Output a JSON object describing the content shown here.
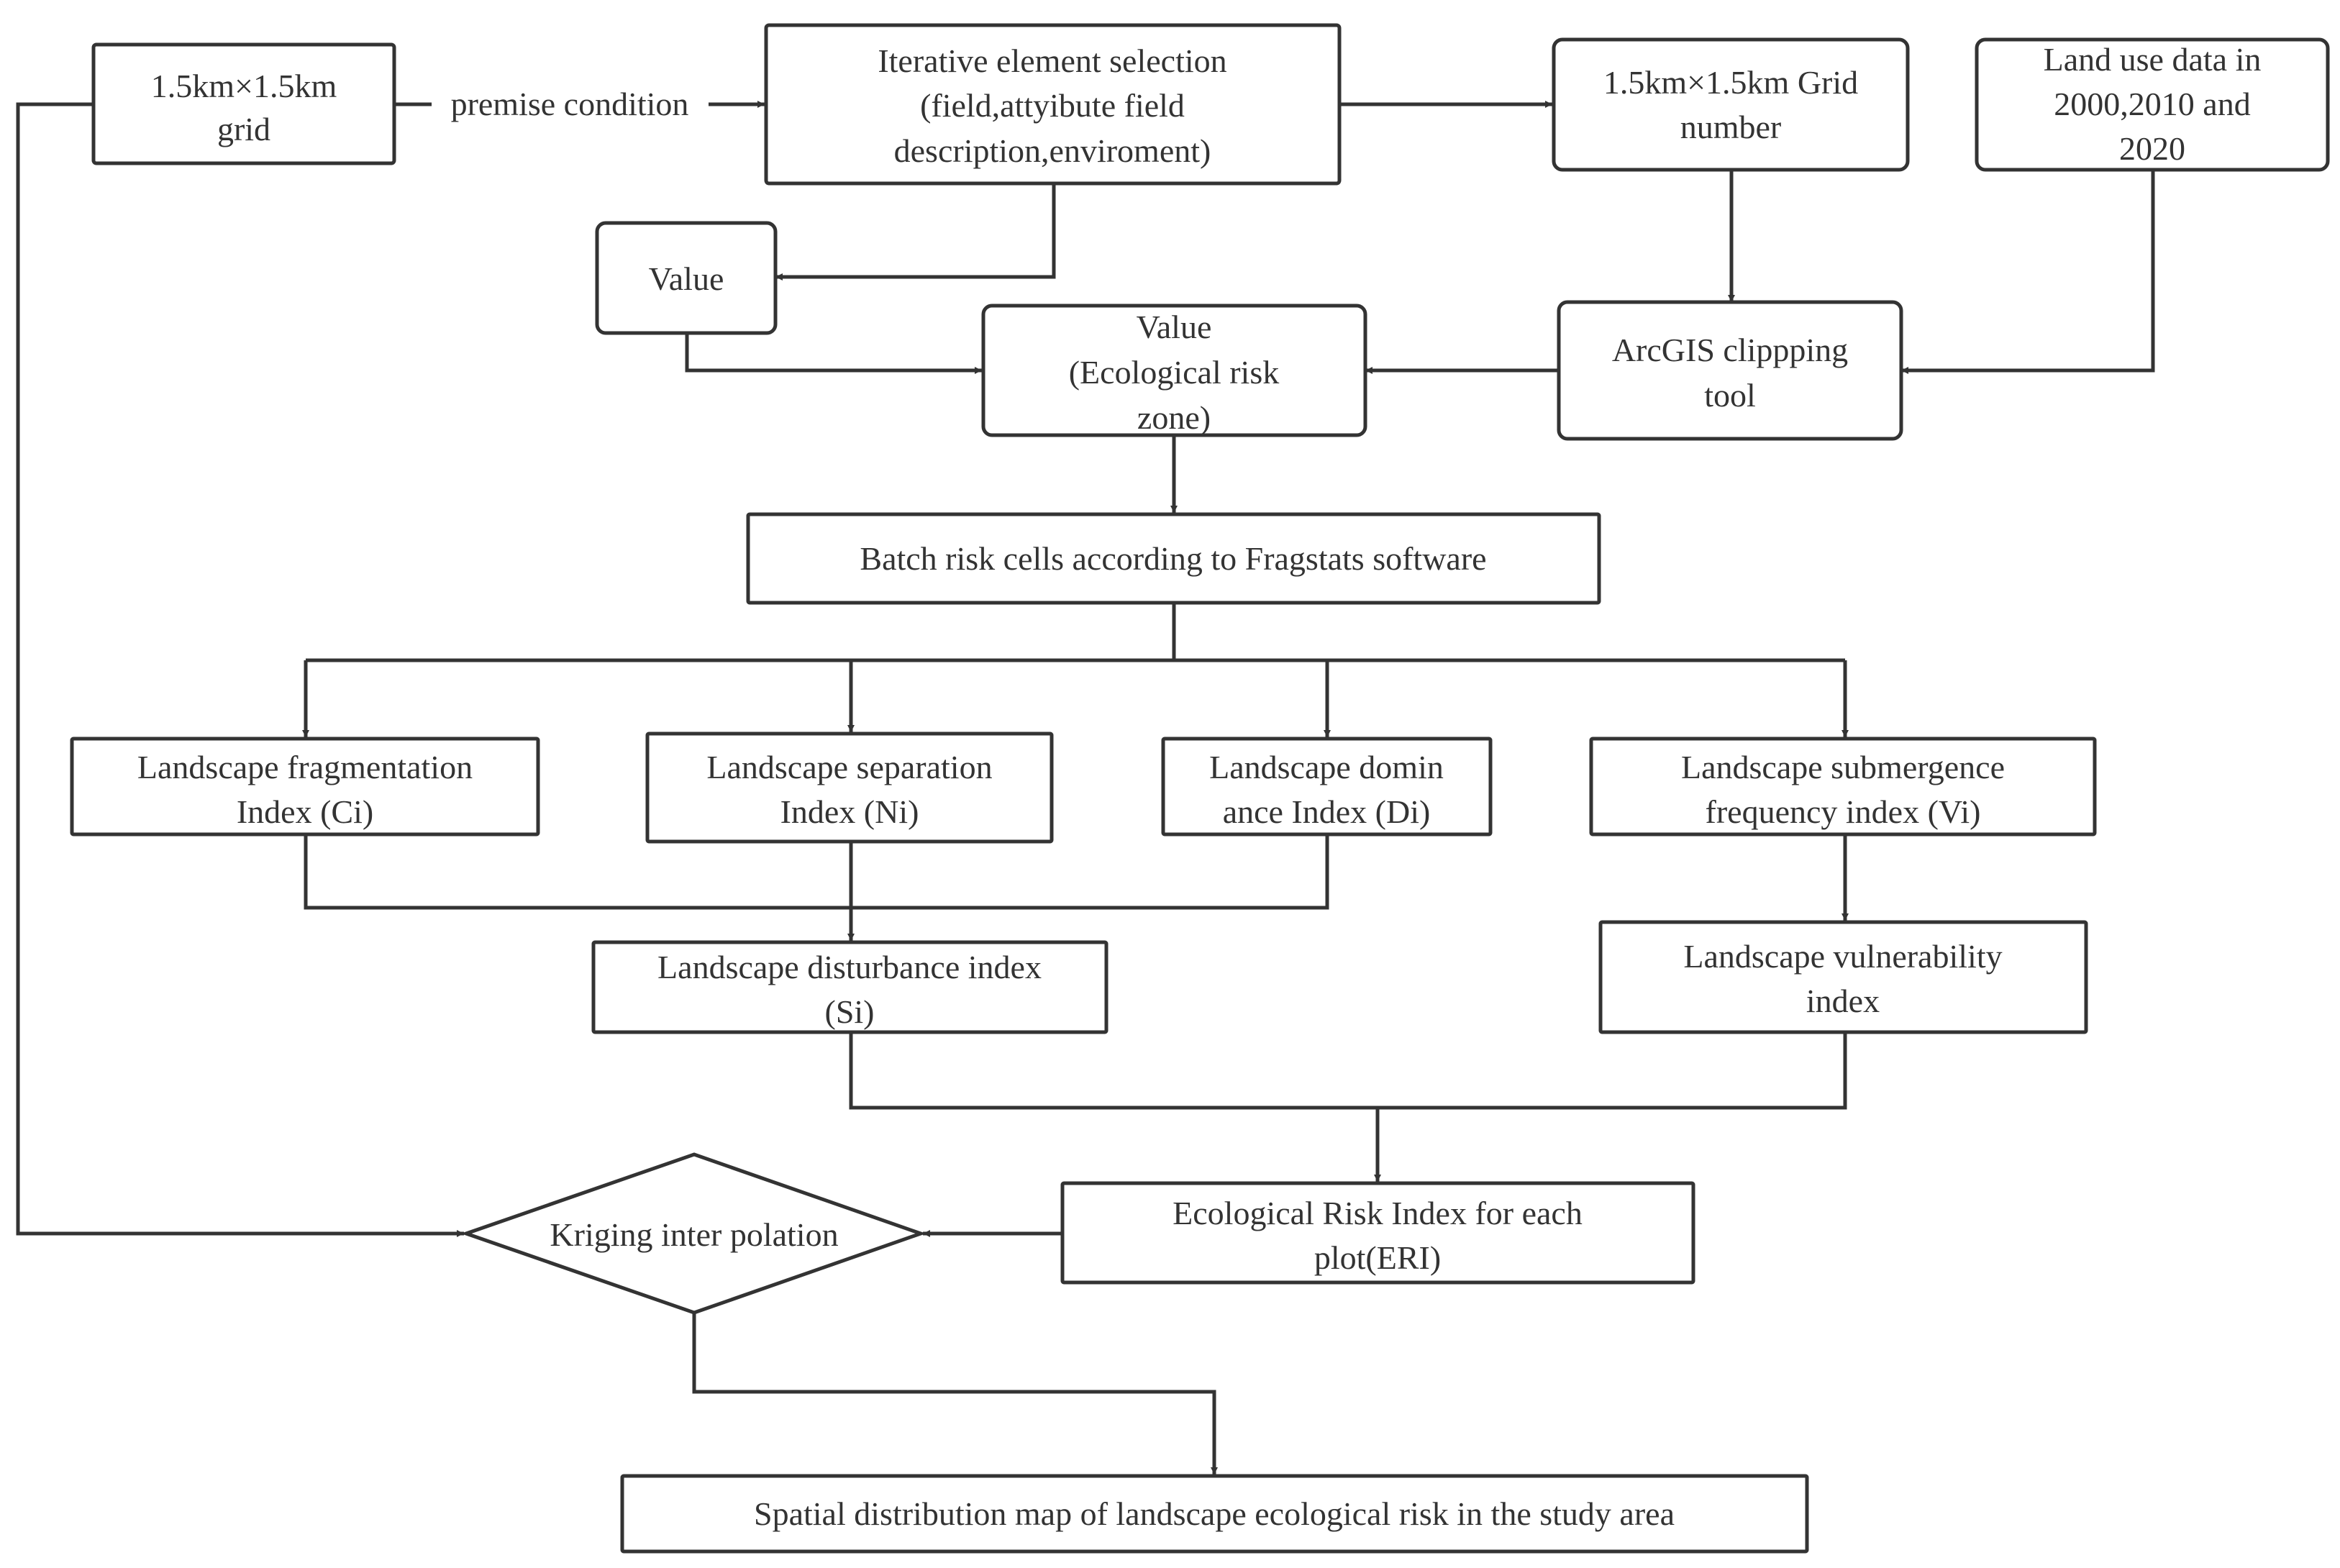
{
  "nodes": {
    "grid": [
      "1.5km×1.5km",
      "grid"
    ],
    "iterative": [
      "Iterative element selection",
      "(field,attyibute field",
      "description,enviroment)"
    ],
    "grid_number": [
      "1.5km×1.5km Grid",
      "number"
    ],
    "land_use": [
      "Land use data in",
      "2000,2010 and",
      "2020"
    ],
    "value": [
      "Value"
    ],
    "value_zone": [
      "Value",
      "(Ecological risk",
      "zone)"
    ],
    "arcgis": [
      "ArcGIS clippping",
      "tool"
    ],
    "batch": [
      "Batch risk cells according to Fragstats software"
    ],
    "fragmentation": [
      "Landscape fragmentation",
      "Index (Ci)"
    ],
    "separation": [
      "Landscape separation",
      "Index (Ni)"
    ],
    "dominance": [
      "Landscape domin",
      "ance Index (Di)"
    ],
    "submergence": [
      "Landscape submergence",
      "frequency index (Vi)"
    ],
    "disturbance": [
      "Landscape disturbance index",
      "(Si)"
    ],
    "vulnerability": [
      "Landscape vulnerability",
      "index"
    ],
    "kriging": [
      "Kriging inter polation"
    ],
    "eri": [
      "Ecological Risk Index for each",
      "plot(ERI)"
    ],
    "spatial_map": [
      "Spatial distribution map of landscape ecological risk in the study area"
    ]
  },
  "edge_labels": {
    "premise": "premise condition"
  }
}
